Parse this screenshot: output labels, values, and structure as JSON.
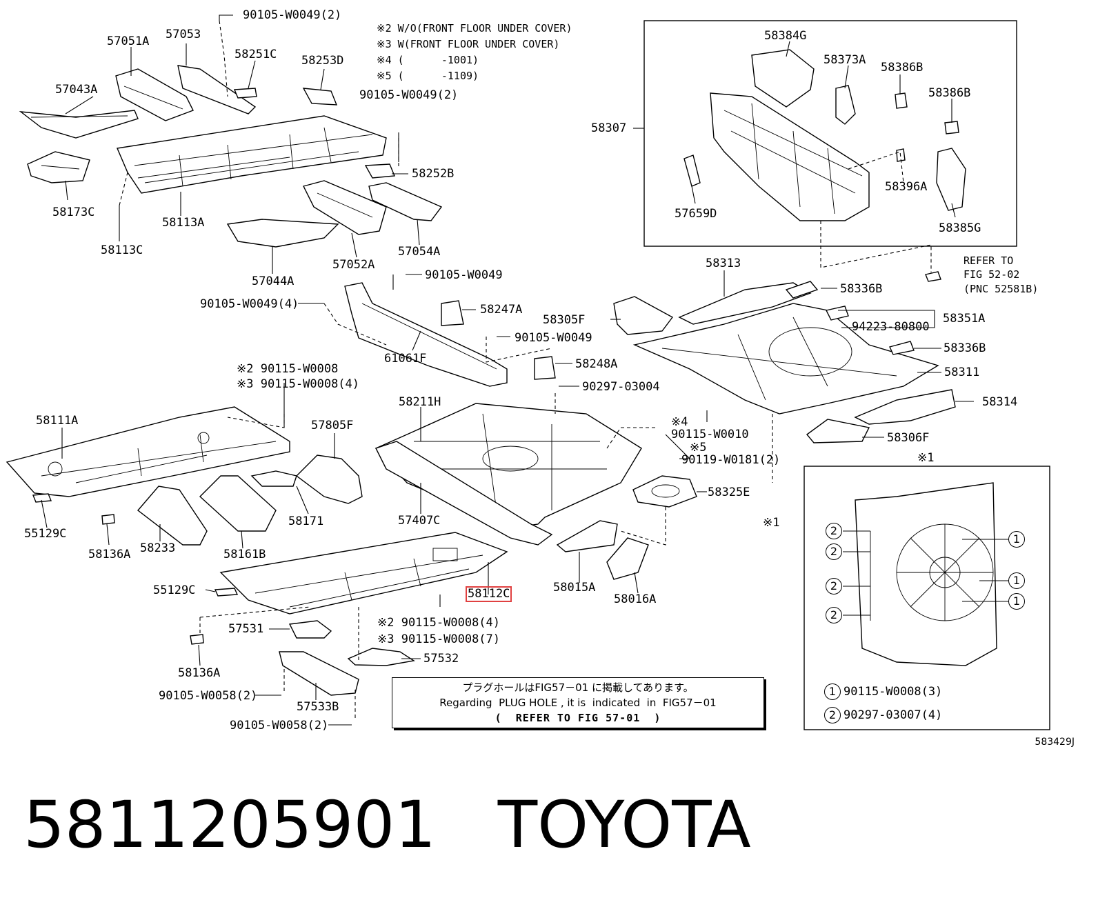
{
  "diagram": {
    "figure_number": "583429J",
    "notes": {
      "n2": "※2 W/O(FRONT FLOOR UNDER COVER)",
      "n3": "※3 W(FRONT FLOOR UNDER COVER)",
      "n4": "※4 (      -1001)",
      "n5": "※5 (      -1109)"
    },
    "parts": {
      "p90105_W0049_2_top": "90105-W0049(2)",
      "p57051A": "57051A",
      "p57053": "57053",
      "p58251C": "58251C",
      "p58253D": "58253D",
      "p90105_W0049_2_mid": "90105-W0049(2)",
      "p57043A": "57043A",
      "p58252B": "58252B",
      "p58173C": "58173C",
      "p58113A": "58113A",
      "p58113C": "58113C",
      "p57052A": "57052A",
      "p57054A": "57054A",
      "p57044A": "57044A",
      "p90105_W0049_a": "90105-W0049",
      "p90105_W0049_4": "90105-W0049(4)",
      "p58247A": "58247A",
      "p90105_W0049_b": "90105-W0049",
      "p61061F": "61061F",
      "p58248A": "58248A",
      "p90297_03004": "90297-03004",
      "n2_90115": "※2 90115-W0008",
      "n3_90115": "※3 90115-W0008(4)",
      "p58111A": "58111A",
      "p57805F": "57805F",
      "p58211H": "58211H",
      "n4_90115": "※4",
      "p90115_W0010": "90115-W0010",
      "n5_mark": "※5",
      "p90119_W0181": "90119-W0181(2)",
      "p55129C_a": "55129C",
      "p58136A_a": "58136A",
      "p58233": "58233",
      "p58161B": "58161B",
      "p58171": "58171",
      "p57407C": "57407C",
      "p58325E": "58325E",
      "x1_mark": "※1",
      "p55129C_b": "55129C",
      "p58112C": "58112C",
      "p58015A": "58015A",
      "p58016A": "58016A",
      "n2_90115_4": "※2 90115-W0008(4)",
      "n3_90115_7": "※3 90115-W0008(7)",
      "p57531": "57531",
      "p58136A_b": "58136A",
      "p57532": "57532",
      "p90105_W0058_a": "90105-W0058(2)",
      "p57533B": "57533B",
      "p90105_W0058_b": "90105-W0058(2)",
      "p58384G": "58384G",
      "p58373A": "58373A",
      "p58386B_a": "58386B",
      "p58386B_b": "58386B",
      "p58307": "58307",
      "p58396A": "58396A",
      "p57659D": "57659D",
      "p58385G": "58385G",
      "refer_to": "REFER TO",
      "fig_52_02": "FIG 52-02",
      "pnc": "(PNC 52581B)",
      "p58313": "58313",
      "p58336B_a": "58336B",
      "p58305F": "58305F",
      "p58351A": "58351A",
      "p94223": "94223-80800",
      "p58336B_b": "58336B",
      "p58311": "58311",
      "p58314": "58314",
      "p58306F": "58306F",
      "inset_mark": "※1"
    },
    "inset": {
      "callout_1": "1",
      "callout_2": "2",
      "legend_1": "90115-W0008(3)",
      "legend_2": "90297-03007(4)"
    },
    "plug_note": {
      "line1": "プラグホールはFIG57－01 に掲載してあります。",
      "line2": "Regarding  PLUG HOLE , it is  indicated  in  FIG57－01",
      "line3": "(  REFER TO FIG 57-01  )"
    }
  },
  "caption": {
    "part_number": "5811205901",
    "brand": "TOYOTA"
  }
}
